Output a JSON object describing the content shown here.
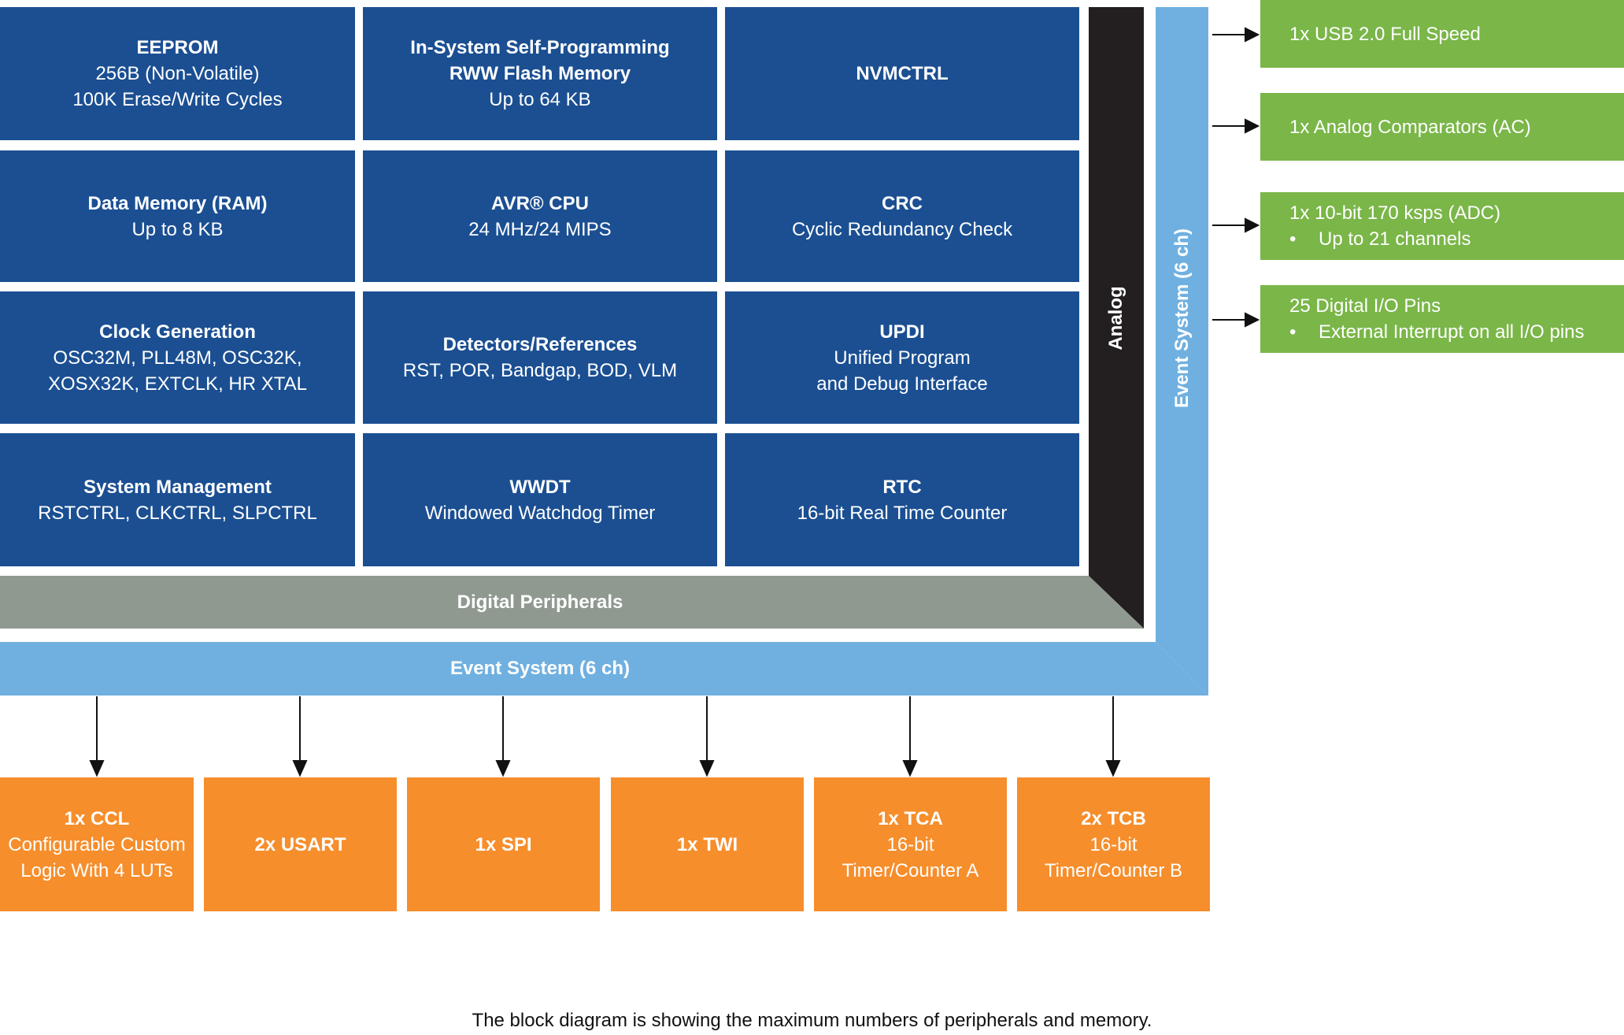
{
  "colors": {
    "core_blue": "#1b4f92",
    "digital_peripherals_gray": "#8f9990",
    "analog_black": "#231f20",
    "event_system_light_blue": "#6fb0e0",
    "peripheral_orange": "#f68e2c",
    "external_green": "#7ab648"
  },
  "core_blocks": [
    {
      "title": "EEPROM",
      "lines": [
        "256B (Non-Volatile)",
        "100K Erase/Write Cycles"
      ]
    },
    {
      "title": "In-System Self-Programming",
      "title2": "RWW Flash Memory",
      "lines": [
        "Up to 64 KB"
      ]
    },
    {
      "title": "NVMCTRL",
      "lines": []
    },
    {
      "title": "Data Memory (RAM)",
      "lines": [
        "Up to 8 KB"
      ]
    },
    {
      "title": "AVR® CPU",
      "lines": [
        "24 MHz/24 MIPS"
      ]
    },
    {
      "title": "CRC",
      "lines": [
        "Cyclic Redundancy Check"
      ]
    },
    {
      "title": "Clock Generation",
      "lines": [
        "OSC32M, PLL48M, OSC32K,",
        "XOSX32K, EXTCLK, HR XTAL"
      ]
    },
    {
      "title": "Detectors/References",
      "lines": [
        "RST, POR, Bandgap, BOD, VLM"
      ]
    },
    {
      "title": "UPDI",
      "lines": [
        "Unified Program",
        "and Debug Interface"
      ]
    },
    {
      "title": "System Management",
      "lines": [
        "RSTCTRL, CLKCTRL, SLPCTRL"
      ]
    },
    {
      "title": "WWDT",
      "lines": [
        "Windowed Watchdog Timer"
      ]
    },
    {
      "title": "RTC",
      "lines": [
        "16-bit Real Time Counter"
      ]
    }
  ],
  "digital_peripherals_label": "Digital Peripherals",
  "analog_label": "Analog",
  "event_system_label": "Event System (6 ch)",
  "event_system_vertical_label": "Event System (6 ch)",
  "peripherals": [
    {
      "title": "1x CCL",
      "lines": [
        "Configurable Custom",
        "Logic With 4 LUTs"
      ]
    },
    {
      "title": "2x USART",
      "lines": []
    },
    {
      "title": "1x SPI",
      "lines": []
    },
    {
      "title": "1x TWI",
      "lines": []
    },
    {
      "title": "1x TCA",
      "lines": [
        "16-bit",
        "Timer/Counter A"
      ]
    },
    {
      "title": "2x TCB",
      "lines": [
        "16-bit",
        "Timer/Counter B"
      ]
    }
  ],
  "external": [
    {
      "line1": "1x USB 2.0 Full Speed",
      "bullet": ""
    },
    {
      "line1": "1x Analog Comparators (AC)",
      "bullet": ""
    },
    {
      "line1": "1x 10-bit 170 ksps (ADC)",
      "bullet": "Up to 21 channels"
    },
    {
      "line1": "25 Digital I/O Pins",
      "bullet": "External Interrupt on all I/O pins"
    }
  ],
  "bullet_char": "•",
  "footnote": "The block diagram is showing the maximum numbers of peripherals and memory."
}
